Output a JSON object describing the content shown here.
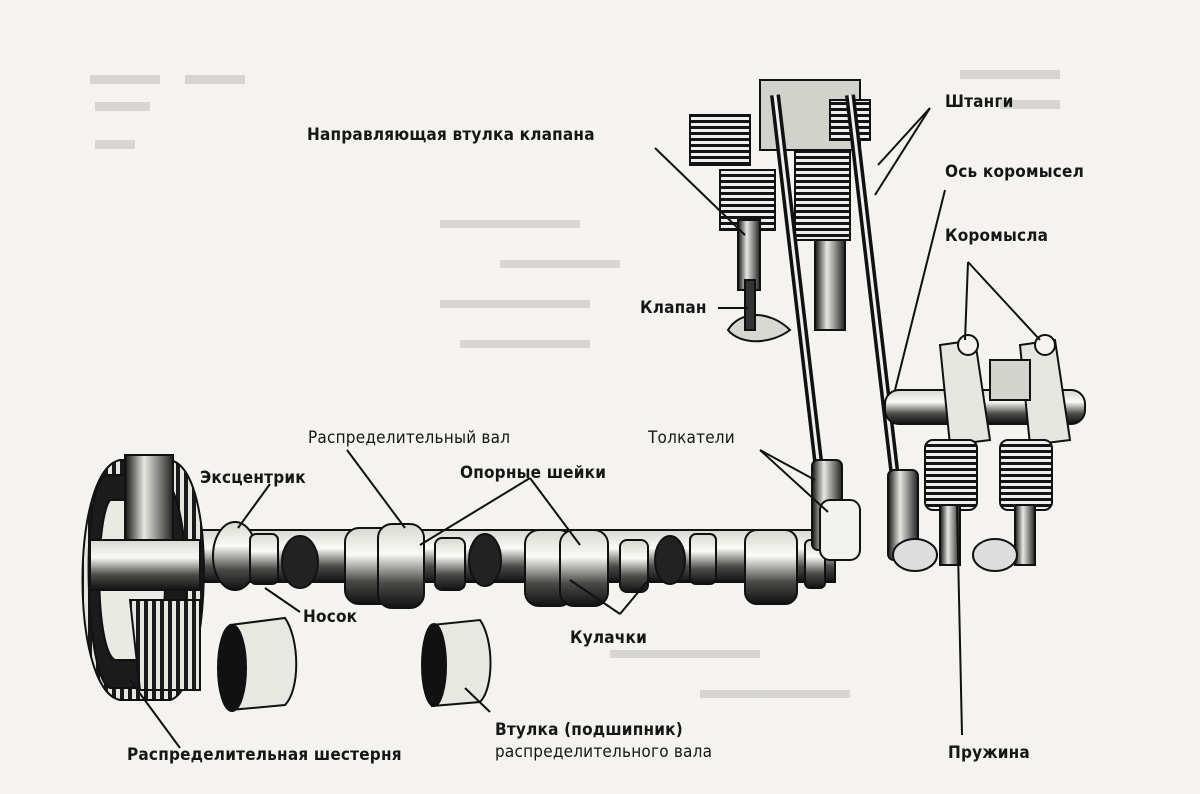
{
  "labels": {
    "valve_guide": "Направляющая втулка клапана",
    "push_rods": "Штанги",
    "rocker_axis": "Ось коромысел",
    "rockers": "Коромысла",
    "valve": "Клапан",
    "camshaft": "Распределительный вал",
    "tappets": "Толкатели",
    "eccentric": "Эксцентрик",
    "journals": "Опорные шейки",
    "gear_tooth": "Носок",
    "cams": "Кулачки",
    "timing_gear": "Распределительная шестерня",
    "bushing_line1": "Втулка (подшипник)",
    "bushing_line2": "распределительного вала",
    "spring": "Пружина"
  }
}
